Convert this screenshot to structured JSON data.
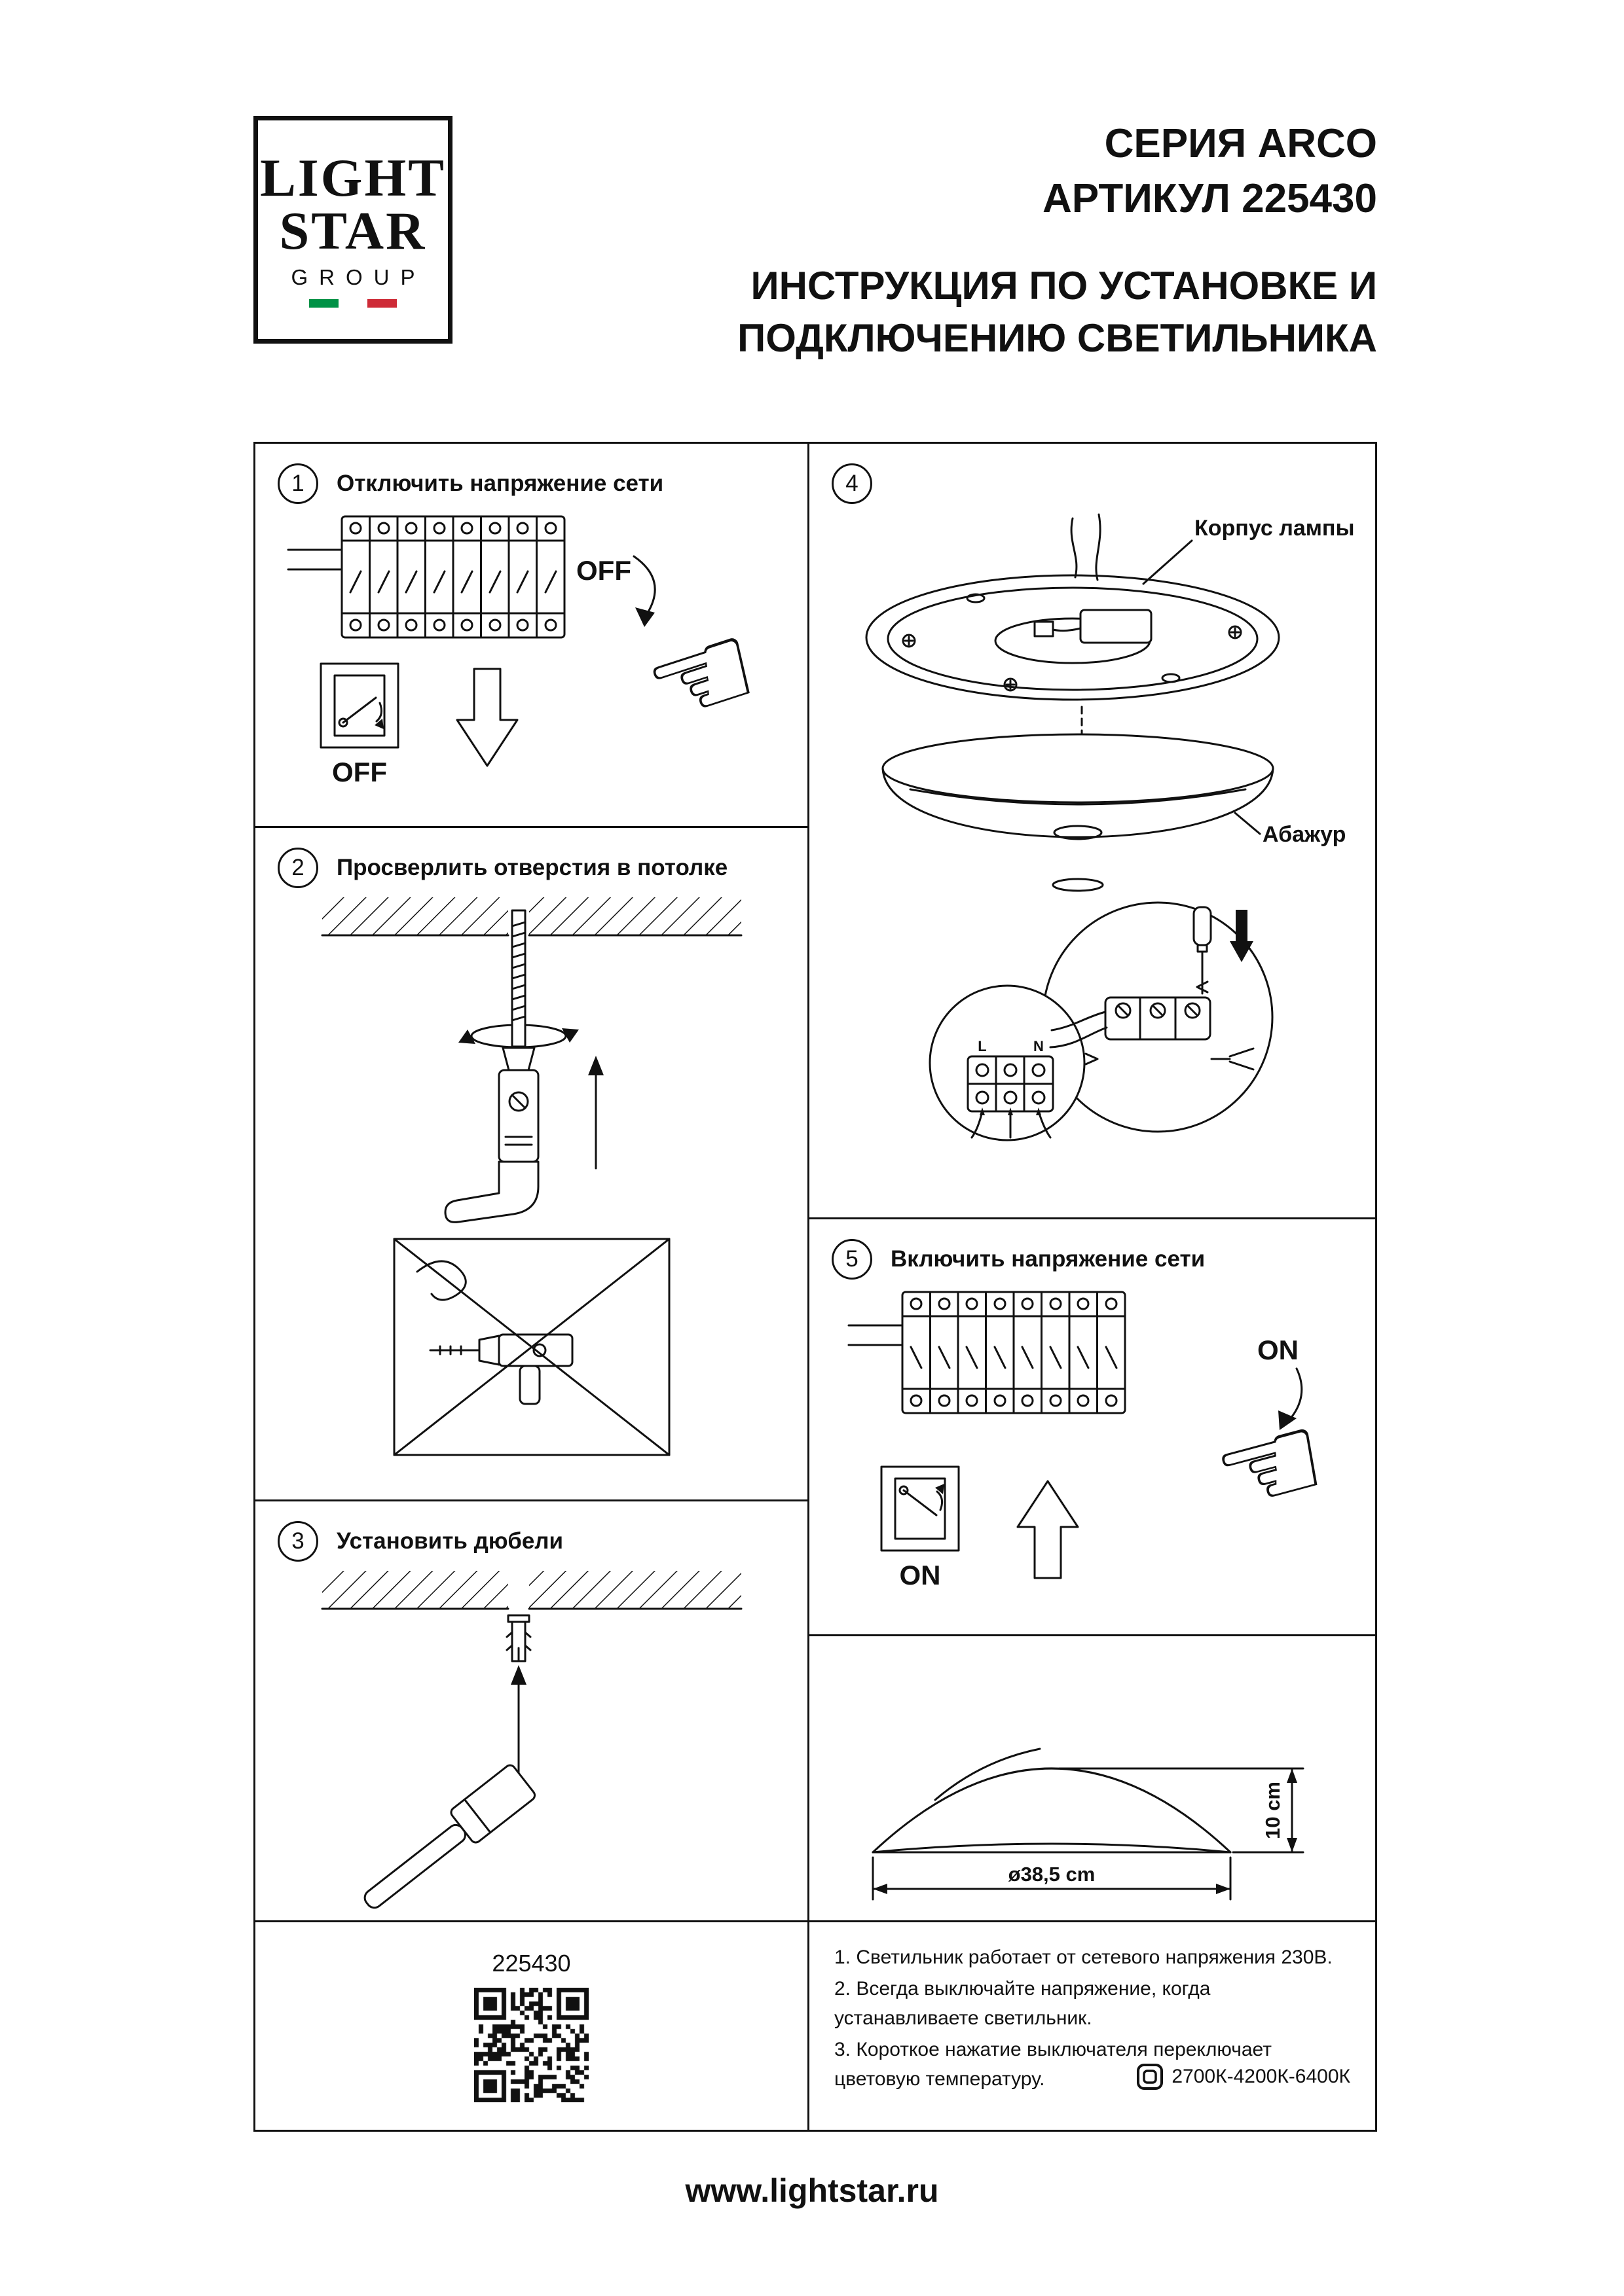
{
  "logo": {
    "word1": "LIGHT",
    "word2": "STAR",
    "word3": "GROUP"
  },
  "header": {
    "series": "СЕРИЯ ARCO",
    "article": "АРТИКУЛ 225430",
    "instruction_line1": "ИНСТРУКЦИЯ ПО УСТАНОВКЕ И",
    "instruction_line2": "ПОДКЛЮЧЕНИЮ СВЕТИЛЬНИКА"
  },
  "steps": {
    "step1": {
      "number": "1",
      "title": "Отключить напряжение сети",
      "breaker_label": "OFF",
      "switch_label": "OFF"
    },
    "step2": {
      "number": "2",
      "title": "Просверлить отверстия в потолке"
    },
    "step3": {
      "number": "3",
      "title": "Установить дюбели"
    },
    "step4": {
      "number": "4",
      "label_lamp_body": "Корпус лампы",
      "label_shade": "Абажур",
      "terminal_l": "L",
      "terminal_n": "N"
    },
    "step5": {
      "number": "5",
      "title": "Включить напряжение сети",
      "breaker_label": "ON",
      "switch_label": "ON"
    }
  },
  "dimensions": {
    "height_label": "10 cm",
    "diameter_label": "ø38,5 cm"
  },
  "barcode": {
    "article": "225430"
  },
  "notes": {
    "line1": "1. Светильник работает от сетевого напряжения 230В.",
    "line2": "2. Всегда выключайте напряжение, когда устанавливаете светильник.",
    "line3": "3. Короткое нажатие выключателя переключает цветовую температуру.",
    "temperature_range": "2700К-4200К-6400К"
  },
  "footer": {
    "url": "www.lightstar.ru"
  },
  "icons": {
    "pointing_hand": "☜"
  },
  "colors": {
    "ink": "#111111",
    "flag_green": "#009246",
    "flag_white": "#ffffff",
    "flag_red": "#ce2b37"
  }
}
